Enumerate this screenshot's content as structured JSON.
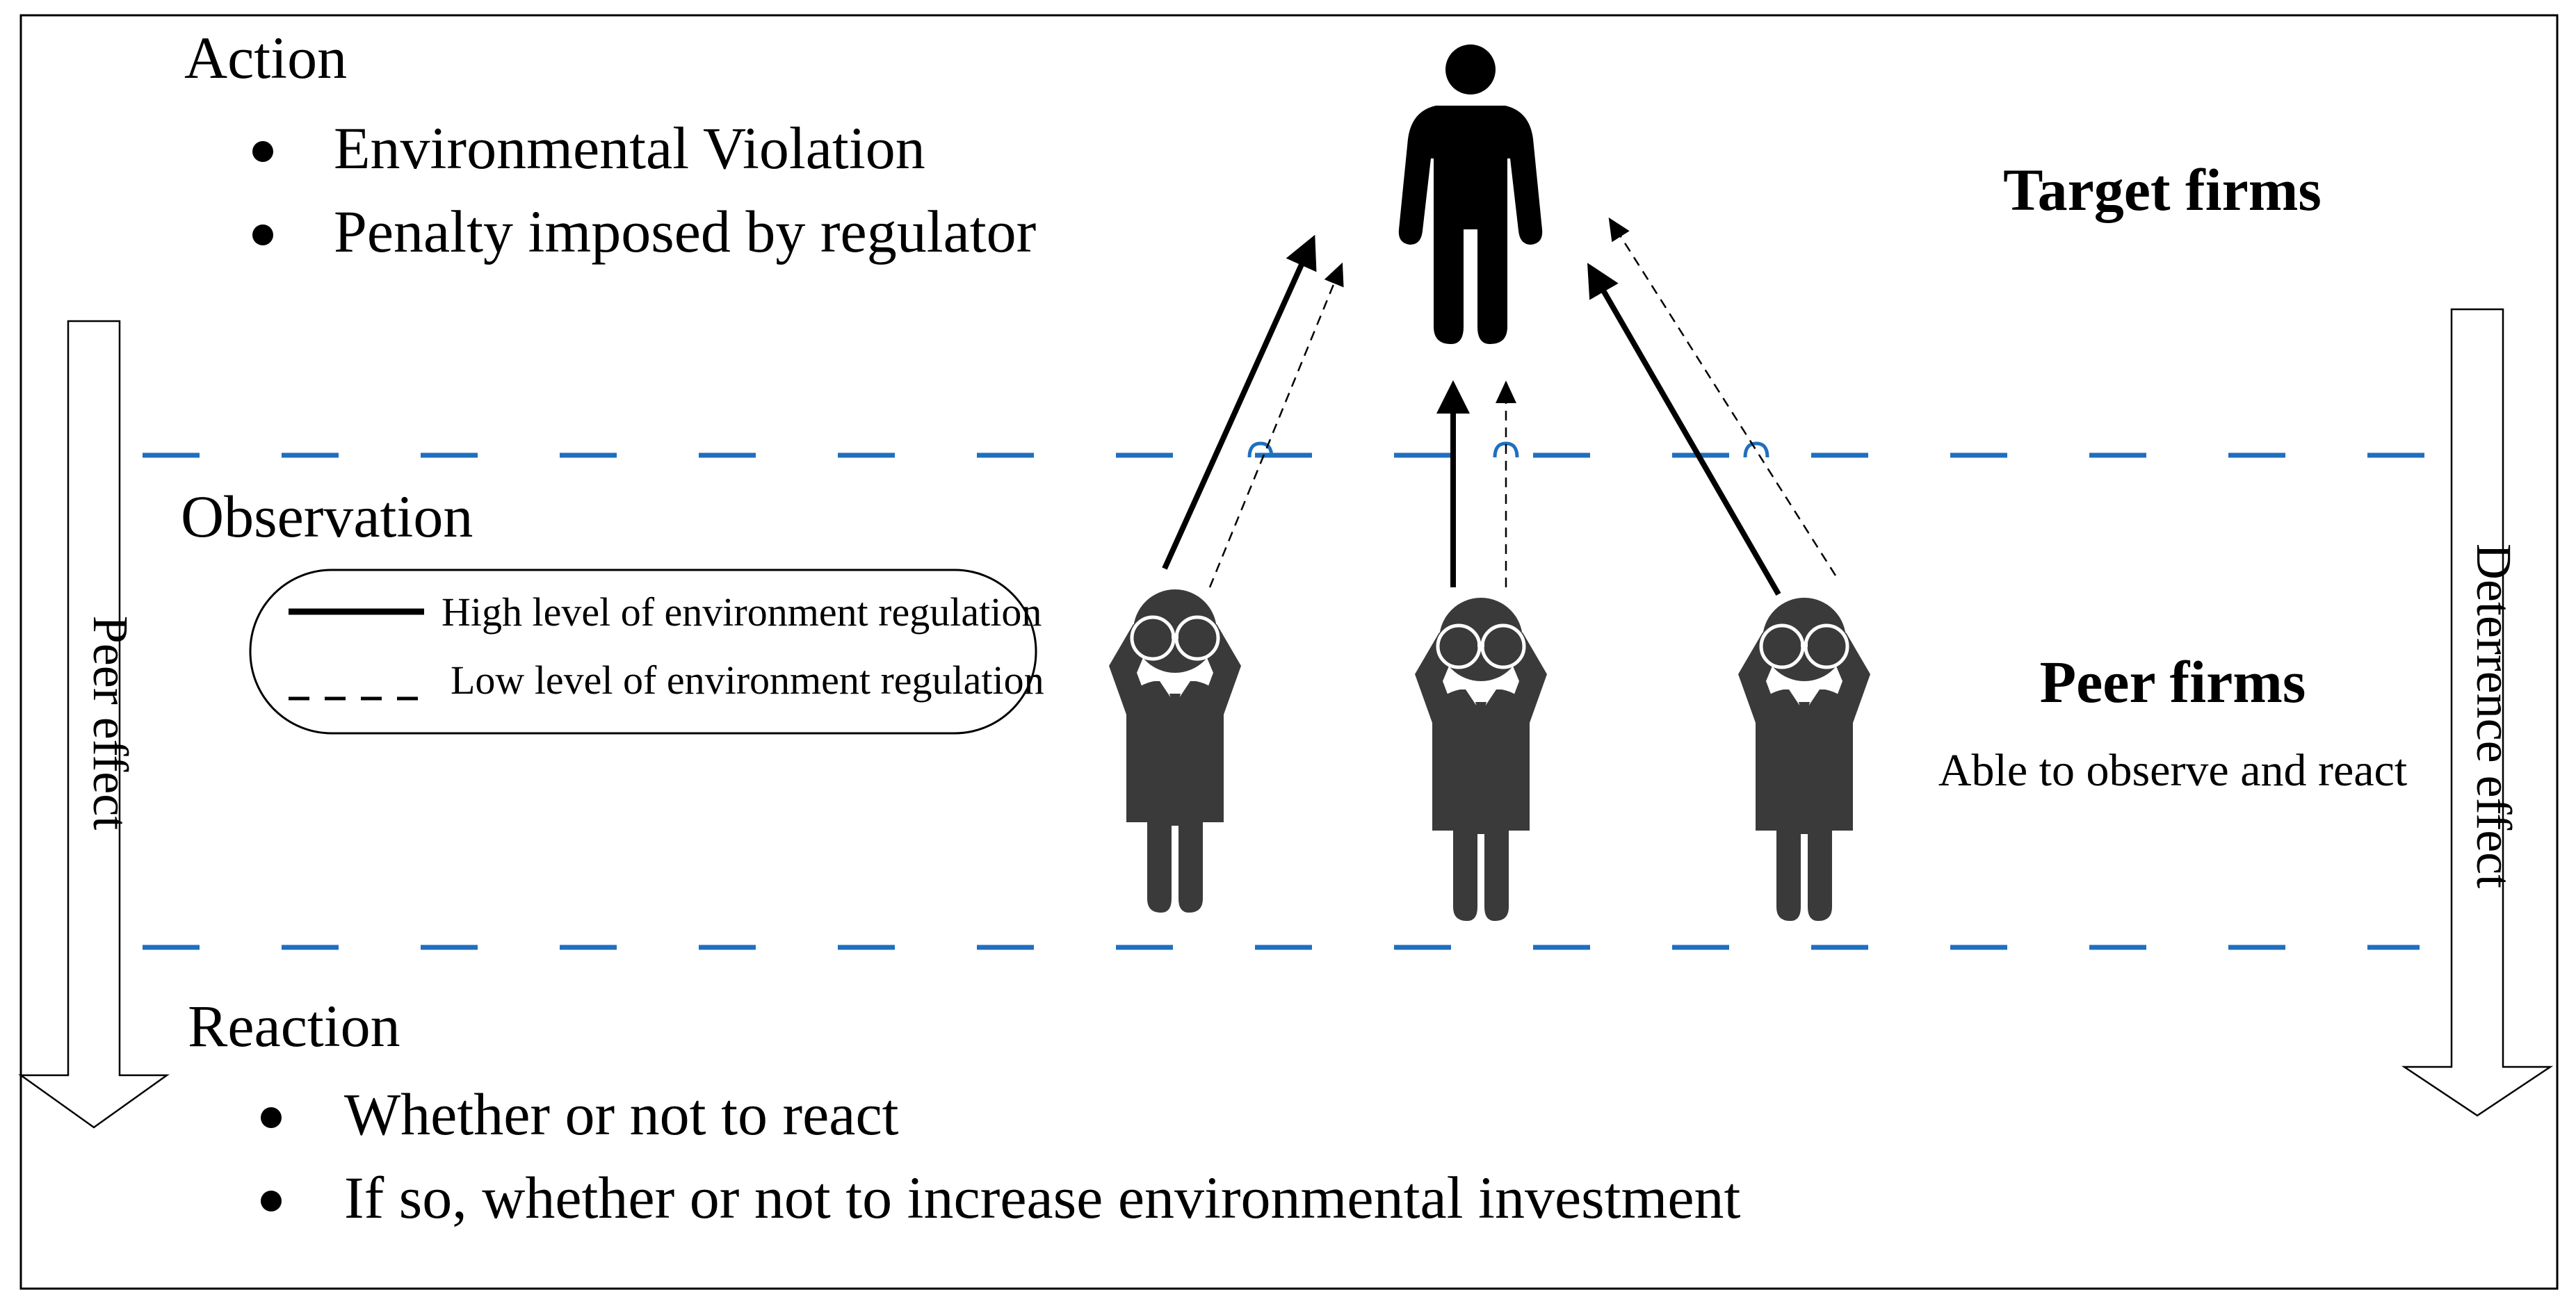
{
  "action": {
    "heading": "Action",
    "bullets": [
      "Environmental Violation",
      "Penalty imposed by regulator"
    ]
  },
  "observation": {
    "heading": "Observation"
  },
  "legend": {
    "high": "High level of environment regulation",
    "low": "Low level of environment regulation"
  },
  "target": {
    "label": "Target firms"
  },
  "peers": {
    "label": "Peer firms",
    "sublabel": "Able to observe and react"
  },
  "reaction": {
    "heading": "Reaction",
    "bullets": [
      "Whether or not to react",
      "If so, whether or not to increase environmental investment"
    ]
  },
  "left_arrow": {
    "label": "Peer effect"
  },
  "right_arrow": {
    "label": "Deterrence effect"
  },
  "colors": {
    "band_line": "#1f6fbf",
    "peer_figure": "#3a3a3a",
    "target_figure": "#000000"
  }
}
